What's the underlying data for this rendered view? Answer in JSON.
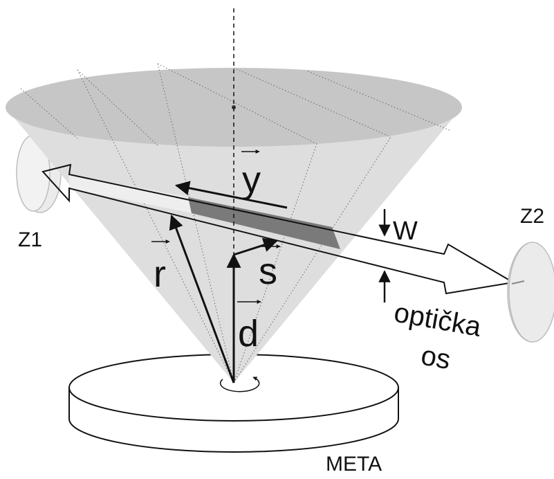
{
  "labels": {
    "mirror_left": "Z1",
    "mirror_right": "Z2",
    "vector_y": "y",
    "vector_r": "r",
    "vector_s": "s",
    "vector_d": "d",
    "beam_width": "W",
    "optical_axis_line1": "optička",
    "optical_axis_line2": "os",
    "target": "META"
  },
  "colors": {
    "cone_side": "#dedede",
    "cone_top": "#c6c6c6",
    "beam_intersection": "#7a7a7a",
    "mirror": "#ebebeb",
    "line": "#111111"
  }
}
